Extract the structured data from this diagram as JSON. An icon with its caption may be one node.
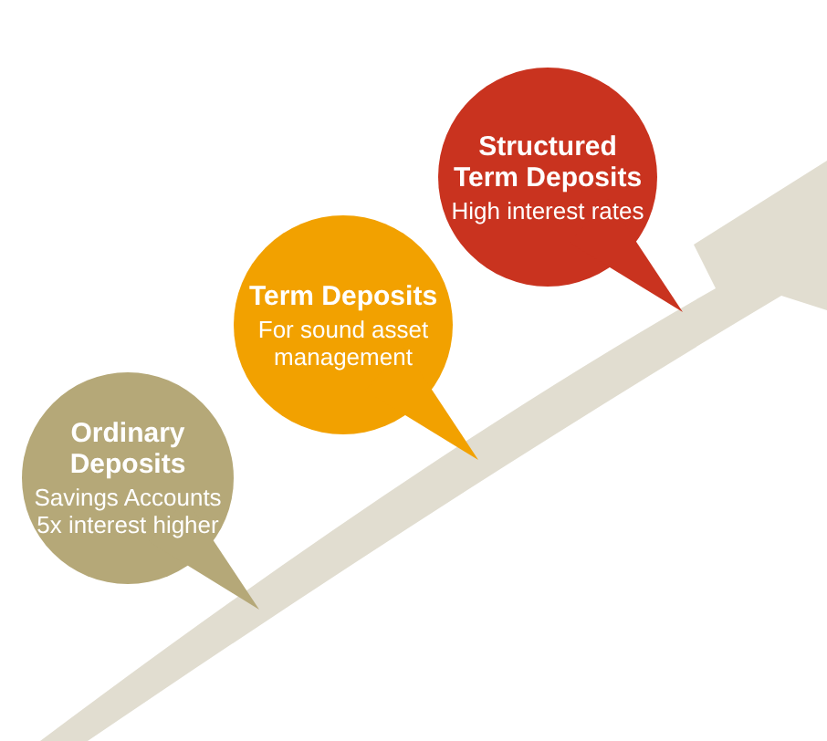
{
  "diagram": {
    "nodes": [
      {
        "text": [
          "Ordinary Deposits",
          "Savings Accounts 5x interest higher"
        ]
      },
      {
        "text": [
          "Term Deposits",
          "For sound asset management"
        ]
      },
      {
        "text": [
          "Structured Term Deposits",
          "High interest rates"
        ]
      }
    ]
  }
}
